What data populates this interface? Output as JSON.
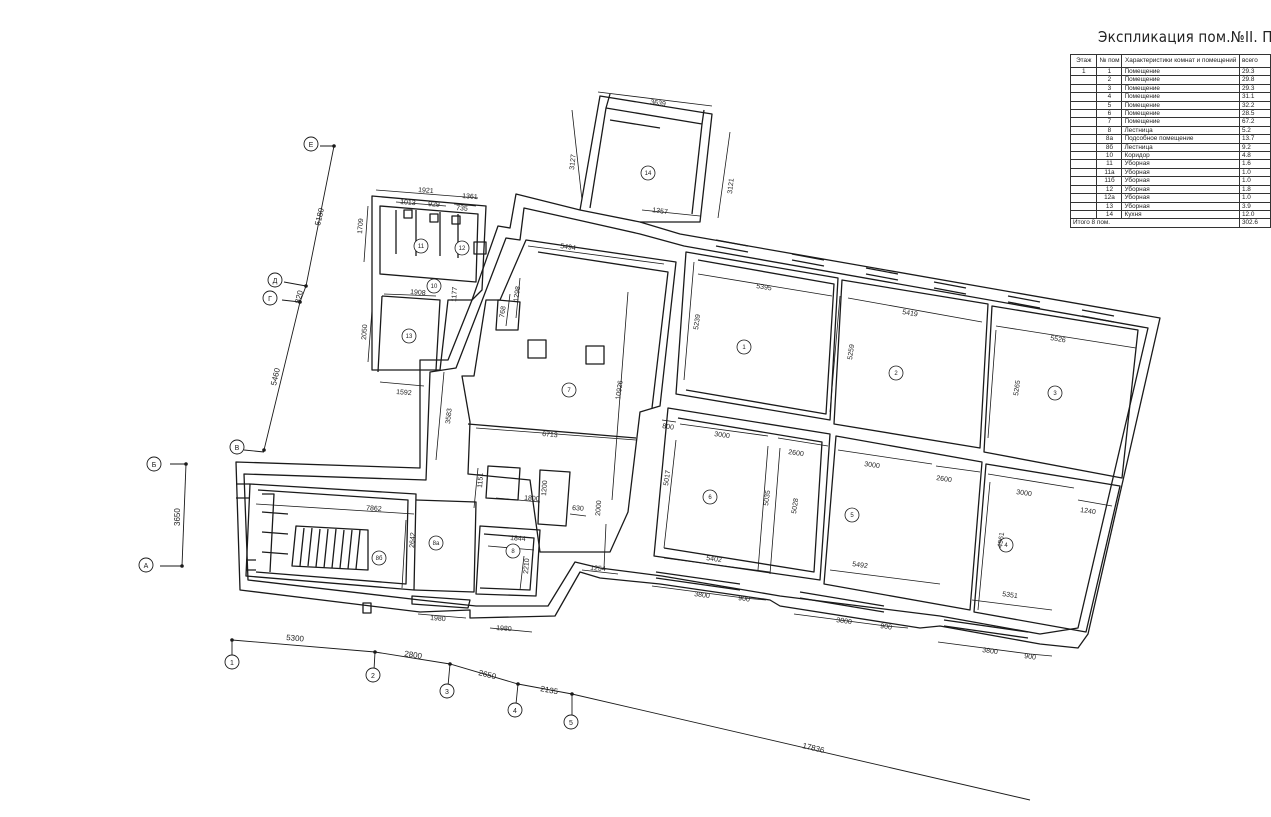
{
  "title": "Экспликация пом.№II. После пере",
  "table": {
    "headers": {
      "floor": "Этаж",
      "num": "№ пом",
      "desc": "Характеристики комнат и помещений",
      "total": "всего"
    },
    "rows": [
      {
        "floor": "1",
        "num": "1",
        "desc": "Помещение",
        "area": "29.3"
      },
      {
        "floor": "",
        "num": "2",
        "desc": "Помещение",
        "area": "29.8"
      },
      {
        "floor": "",
        "num": "3",
        "desc": "Помещение",
        "area": "29.3"
      },
      {
        "floor": "",
        "num": "4",
        "desc": "Помещение",
        "area": "31.1"
      },
      {
        "floor": "",
        "num": "5",
        "desc": "Помещение",
        "area": "32.2"
      },
      {
        "floor": "",
        "num": "6",
        "desc": "Помещение",
        "area": "28.5"
      },
      {
        "floor": "",
        "num": "7",
        "desc": "Помещение",
        "area": "67.2"
      },
      {
        "floor": "",
        "num": "8",
        "desc": "Лестница",
        "area": "5.2"
      },
      {
        "floor": "",
        "num": "8а",
        "desc": "Подсобное помещение",
        "area": "13.7"
      },
      {
        "floor": "",
        "num": "8б",
        "desc": "Лестница",
        "area": "9.2"
      },
      {
        "floor": "",
        "num": "10",
        "desc": "Коридор",
        "area": "4.8"
      },
      {
        "floor": "",
        "num": "11",
        "desc": "Уборная",
        "area": "1.6"
      },
      {
        "floor": "",
        "num": "11а",
        "desc": "Уборная",
        "area": "1.0"
      },
      {
        "floor": "",
        "num": "11б",
        "desc": "Уборная",
        "area": "1.0"
      },
      {
        "floor": "",
        "num": "12",
        "desc": "Уборная",
        "area": "1.8"
      },
      {
        "floor": "",
        "num": "12а",
        "desc": "Уборная",
        "area": "1.0"
      },
      {
        "floor": "",
        "num": "13",
        "desc": "Уборная",
        "area": "3.9"
      },
      {
        "floor": "",
        "num": "14",
        "desc": "Кухня",
        "area": "12.0"
      }
    ],
    "footer": {
      "label": "Итого 8 пом.",
      "area": "302.6"
    }
  },
  "plan": {
    "rooms": [
      "1",
      "2",
      "3",
      "4",
      "5",
      "6",
      "7",
      "8",
      "8а",
      "8б",
      "10",
      "11",
      "12",
      "13",
      "14"
    ],
    "axes_numeric": [
      "1",
      "2",
      "3",
      "4",
      "5"
    ],
    "axes_letter": [
      "А",
      "Б",
      "В",
      "Г",
      "Д",
      "Е"
    ],
    "axis_spacings_numeric": [
      "5300",
      "2800",
      "2650",
      "2135",
      "17836"
    ],
    "axis_spacings_letter": [
      "3650",
      "5460",
      "820",
      "5180"
    ],
    "dimensions": {
      "d5395": "5395",
      "d5419": "5419",
      "d5526": "5526",
      "d5239": "5239",
      "d5259": "5259",
      "d5265": "5265",
      "d3000a": "3000",
      "d3000b": "3000",
      "d3000c": "3000",
      "d2600a": "2600",
      "d2600b": "2600",
      "d1240": "1240",
      "d800": "800",
      "d5402": "5402",
      "d5492": "5492",
      "d5351": "5351",
      "d5035": "5035",
      "d5028": "5028",
      "d4961": "4961",
      "d5017": "5017",
      "d3800a": "3800",
      "d3800b": "3800",
      "d3800c": "3800",
      "d900a": "900",
      "d900b": "900",
      "d900c": "900",
      "d5494": "5494",
      "d6713": "6713",
      "d10926": "10926",
      "d1298": "1298",
      "d768": "768",
      "d1357": "1357",
      "d3639": "3639",
      "d3127": "3127",
      "d3121": "3121",
      "d1921": "1921",
      "d1361": "1361",
      "d1013": "1013",
      "d929": "929",
      "d735": "735",
      "d1709": "1709",
      "d1908": "1908",
      "d1177": "1177",
      "d2050": "2050",
      "d1592": "1592",
      "d3583": "3583",
      "d7862": "7862",
      "d2642": "2642",
      "d1980a": "1980",
      "d1980b": "1980",
      "d1844": "1844",
      "d2210": "2210",
      "d1800": "1800",
      "d1200": "1200",
      "d630": "630",
      "d2000": "2000",
      "d1254": "1254",
      "d1151": "1151"
    }
  }
}
